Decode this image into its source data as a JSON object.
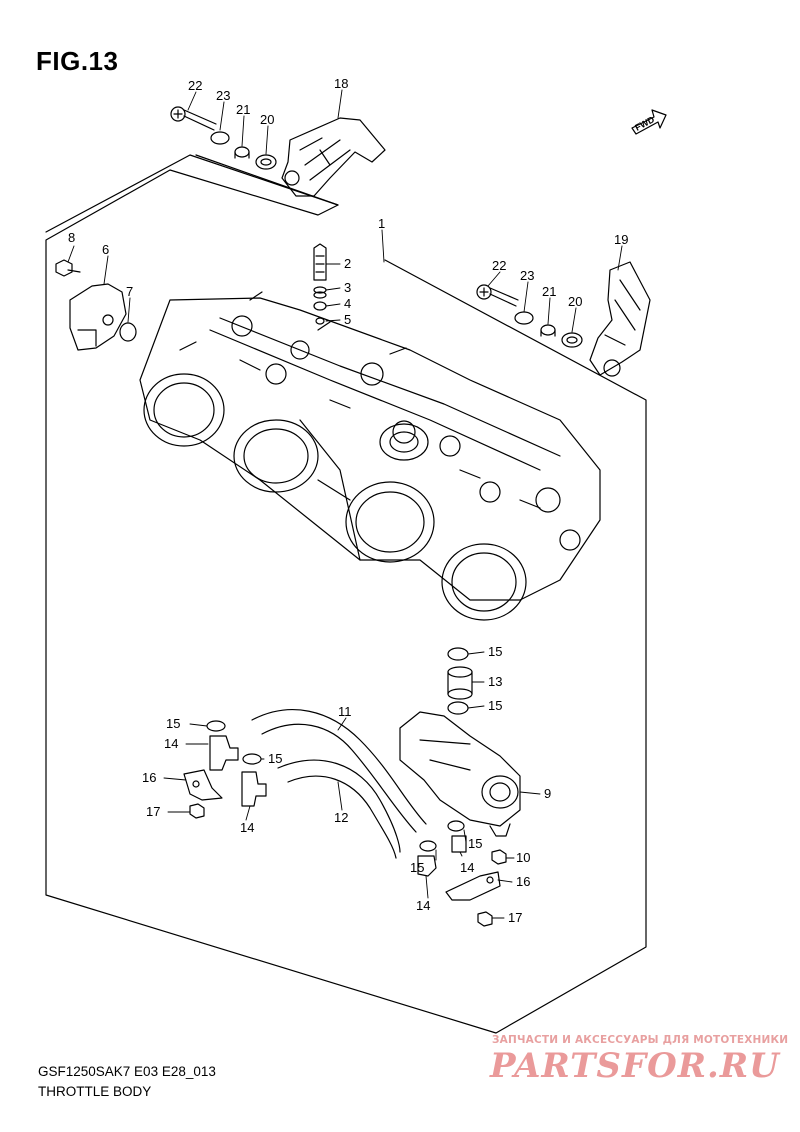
{
  "figure": {
    "title": "FIG.13",
    "model_code": "GSF1250SAK7 E03 E28_013",
    "section_name": "THROTTLE BODY",
    "direction_mark": "FWD"
  },
  "callouts": {
    "c1": "1",
    "c2": "2",
    "c3": "3",
    "c4": "4",
    "c5": "5",
    "c6": "6",
    "c7": "7",
    "c8": "8",
    "c9": "9",
    "c10": "10",
    "c11": "11",
    "c12": "12",
    "c13": "13",
    "c14a": "14",
    "c14b": "14",
    "c14c": "14",
    "c14d": "14",
    "c15a": "15",
    "c15b": "15",
    "c15c": "15",
    "c15d": "15",
    "c15e": "15",
    "c15f": "15",
    "c16a": "16",
    "c16b": "16",
    "c17a": "17",
    "c17b": "17",
    "c18": "18",
    "c19": "19",
    "c20a": "20",
    "c20b": "20",
    "c21a": "21",
    "c21b": "21",
    "c22a": "22",
    "c22b": "22",
    "c23a": "23",
    "c23b": "23"
  },
  "watermark": {
    "tagline": "ЗАПЧАСТИ И АКСЕССУАРЫ ДЛЯ МОТОТЕХНИКИ",
    "brand": "PARTSFOR.RU"
  }
}
